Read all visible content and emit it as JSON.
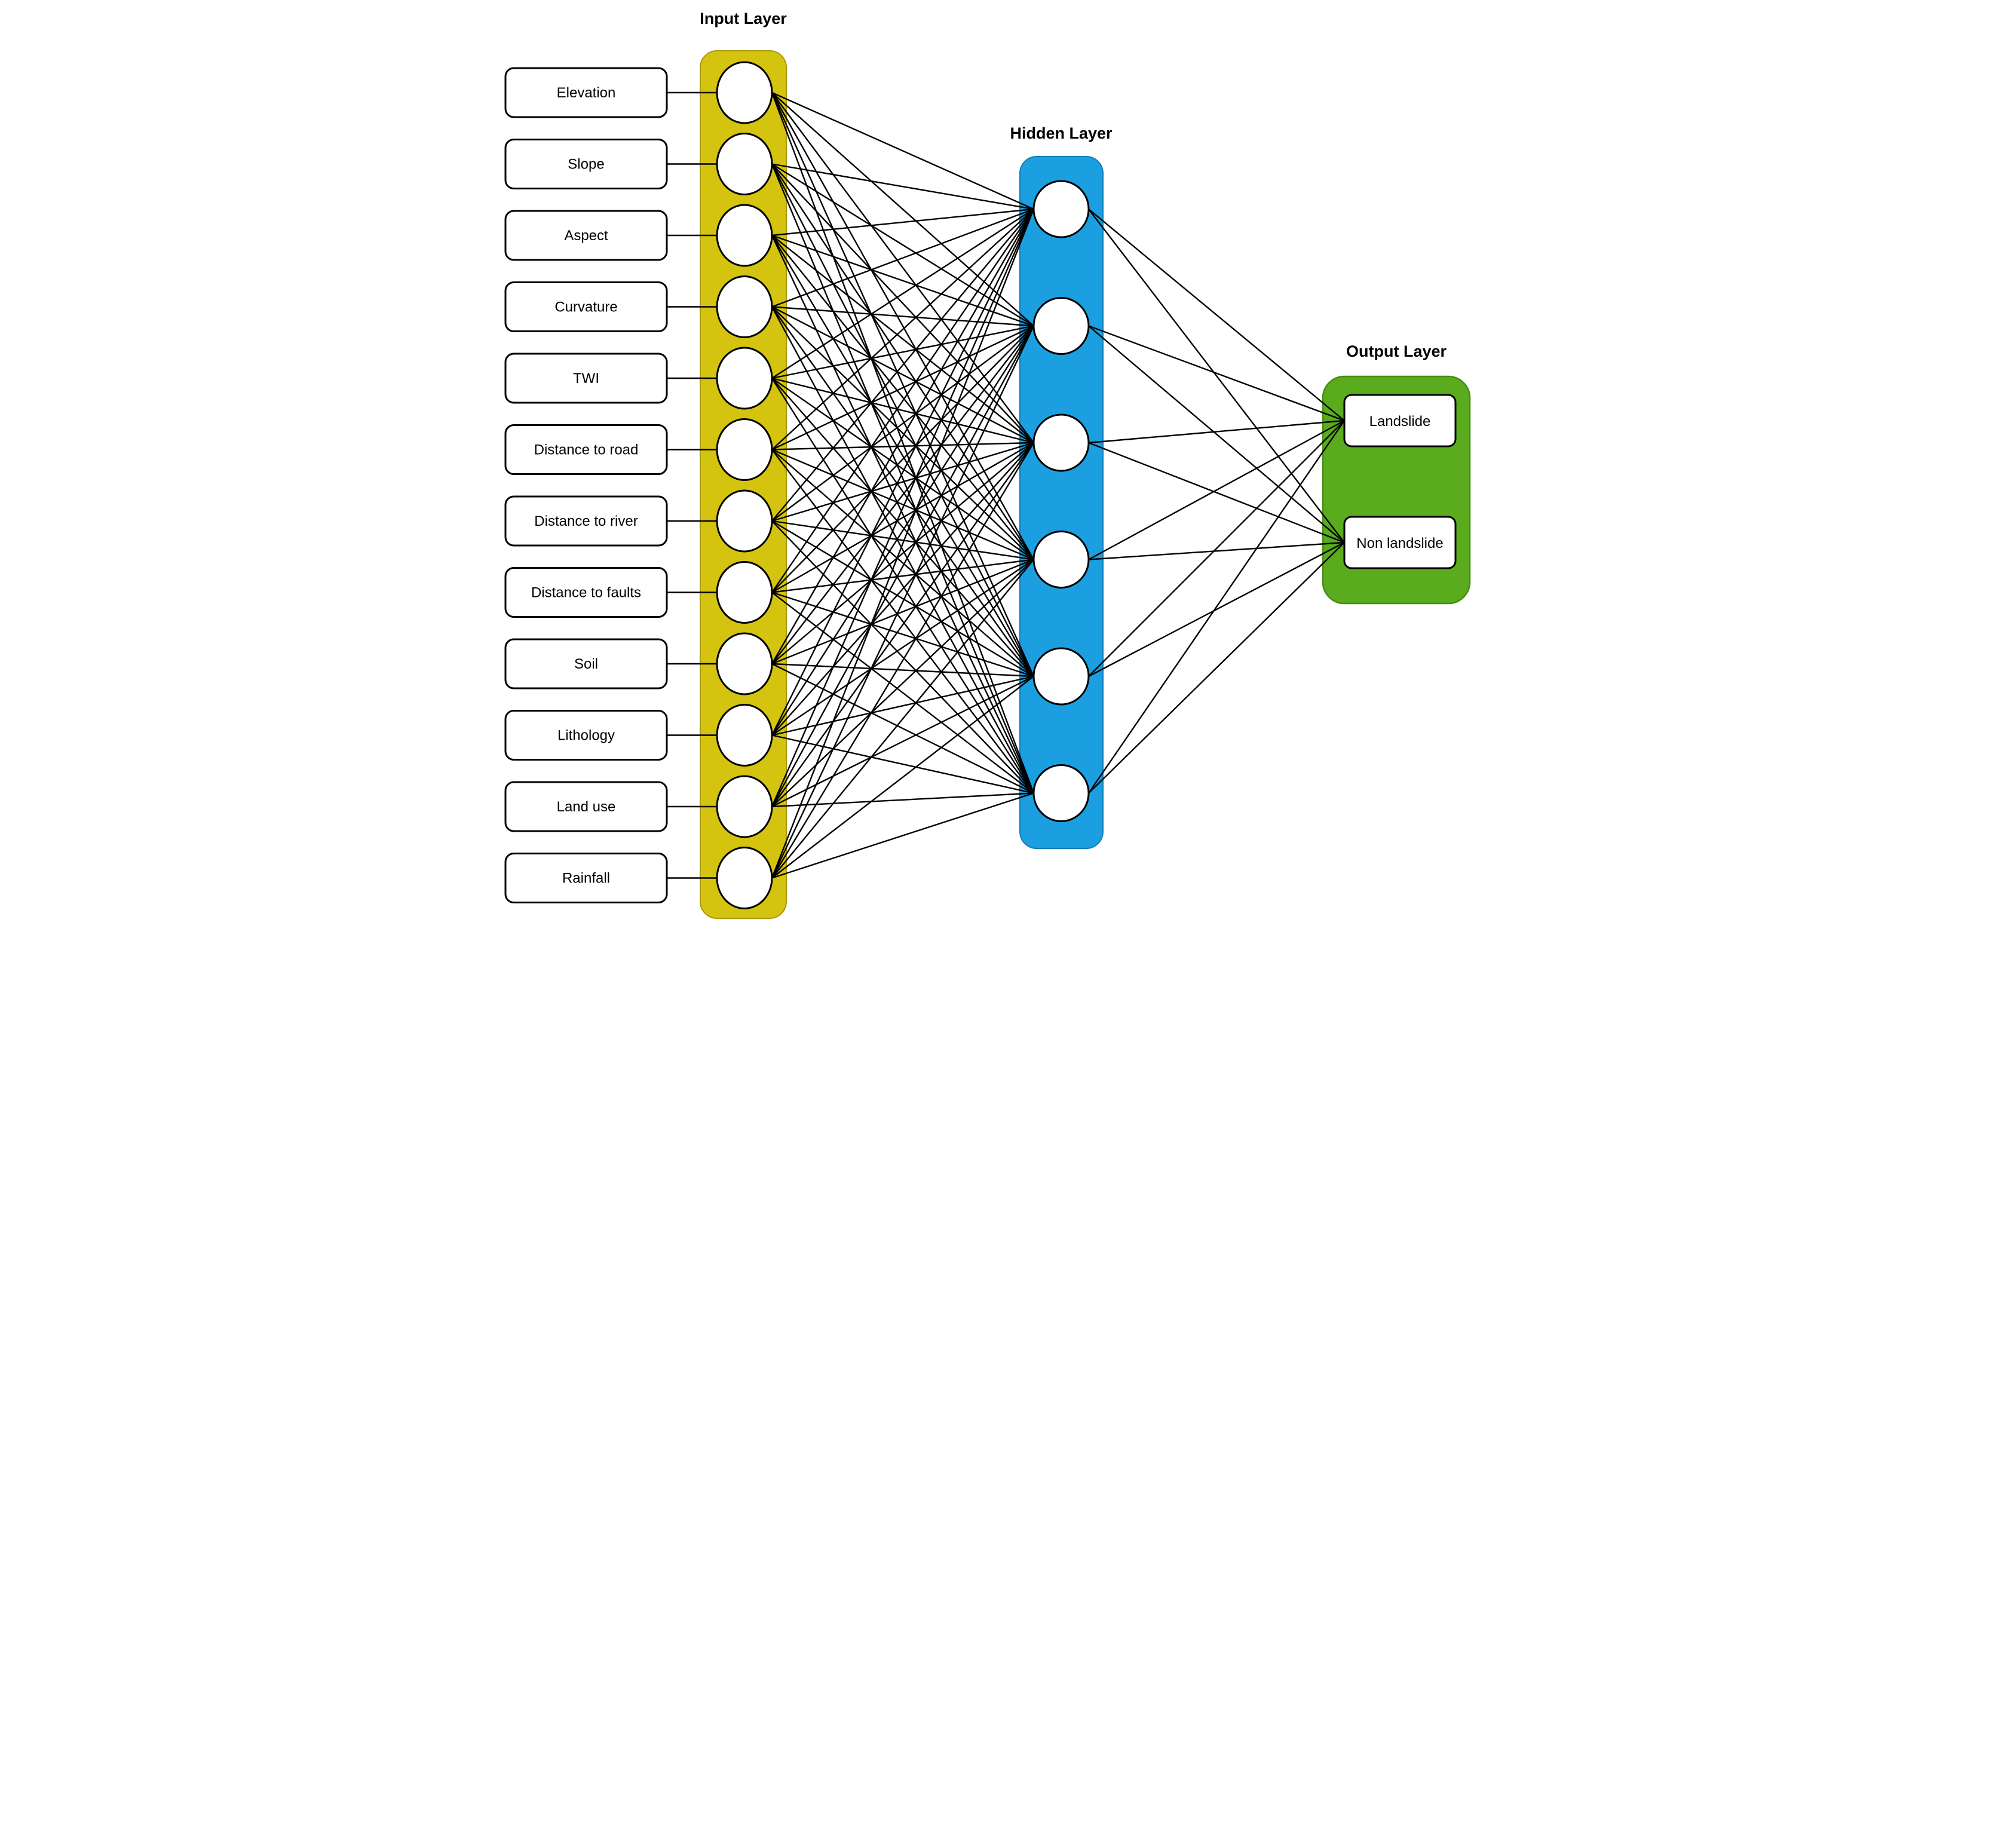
{
  "diagram": {
    "background": "#ffffff",
    "text_color": "#000000",
    "input_layer": {
      "title": "Input Layer",
      "band_color": "#d5c40f",
      "band_border": "#a89a08",
      "node_count": 12,
      "labels": [
        "Elevation",
        "Slope",
        "Aspect",
        "Curvature",
        "TWI",
        "Distance to road",
        "Distance to river",
        "Distance to faults",
        "Soil",
        "Lithology",
        "Land use",
        "Rainfall"
      ]
    },
    "hidden_layer": {
      "title": "Hidden Layer",
      "band_color": "#1c9fe0",
      "band_border": "#0e7fb8",
      "node_count": 6
    },
    "output_layer": {
      "title": "Output Layer",
      "band_color": "#5aab1e",
      "band_border": "#468c12",
      "node_count": 2,
      "labels": [
        "Landslide",
        "Non landslide"
      ]
    },
    "nodes": {
      "fill": "#ffffff",
      "border": "#000000"
    },
    "edges": {
      "color": "#000000",
      "input_to_hidden": "fully-connected",
      "hidden_to_output": "fully-connected"
    }
  }
}
